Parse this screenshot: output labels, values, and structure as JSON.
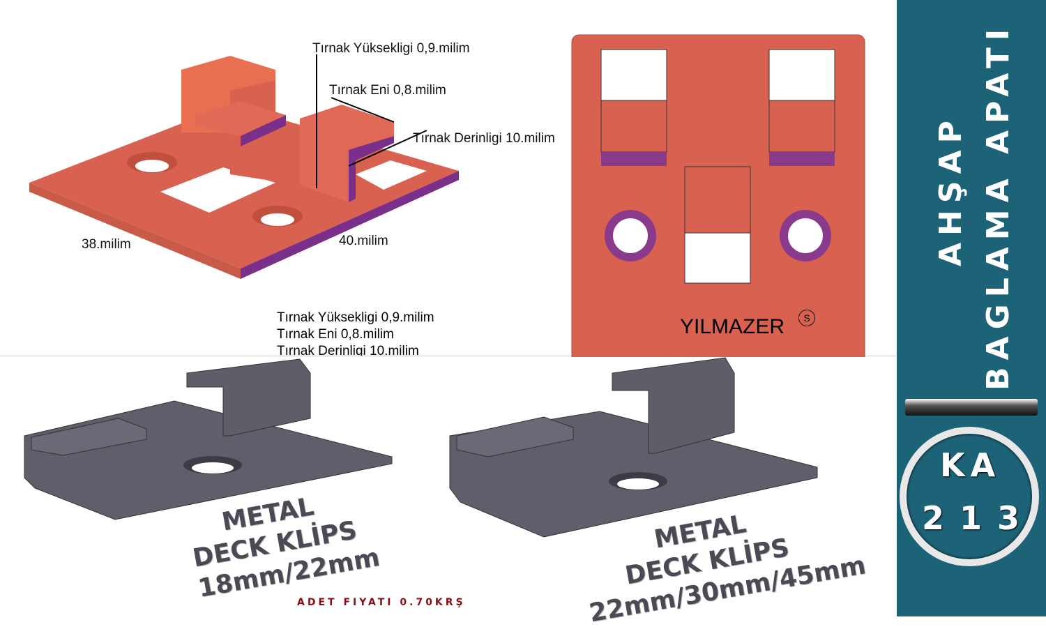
{
  "top_labels": {
    "height": "Tırnak Yüksekligi 0,9.milim",
    "width": "Tırnak Eni 0,8.milim",
    "depth": "Tırnak Derinligi 10.milim",
    "dim_left": "38.milim",
    "dim_right": "40.milim"
  },
  "spec_block": [
    "Tırnak Yüksekligi 0,9.milim",
    "Tırnak Eni 0,8.milim",
    "Tırnak Derinligi 10.milim"
  ],
  "plate": {
    "brand": "YILMAZER",
    "mark": "S"
  },
  "products": [
    {
      "line1": "METAL",
      "line2": "DECK KLİPS",
      "line3": "18mm/22mm"
    },
    {
      "line1": "METAL",
      "line2": "DECK KLİPS",
      "line3": "22mm/30mm/45mm"
    }
  ],
  "price": "ADET FIYATI 0.70KRŞ",
  "side": {
    "line1": "AHŞAP",
    "line2": "BAGLAMA APATI",
    "code_top": "KA",
    "code_bottom": "213"
  },
  "colors": {
    "orange": "#d86150",
    "purple": "#7a2f8a",
    "panel": "#1d6378",
    "gray": "#5f5e6a",
    "price": "#8b0f12"
  }
}
